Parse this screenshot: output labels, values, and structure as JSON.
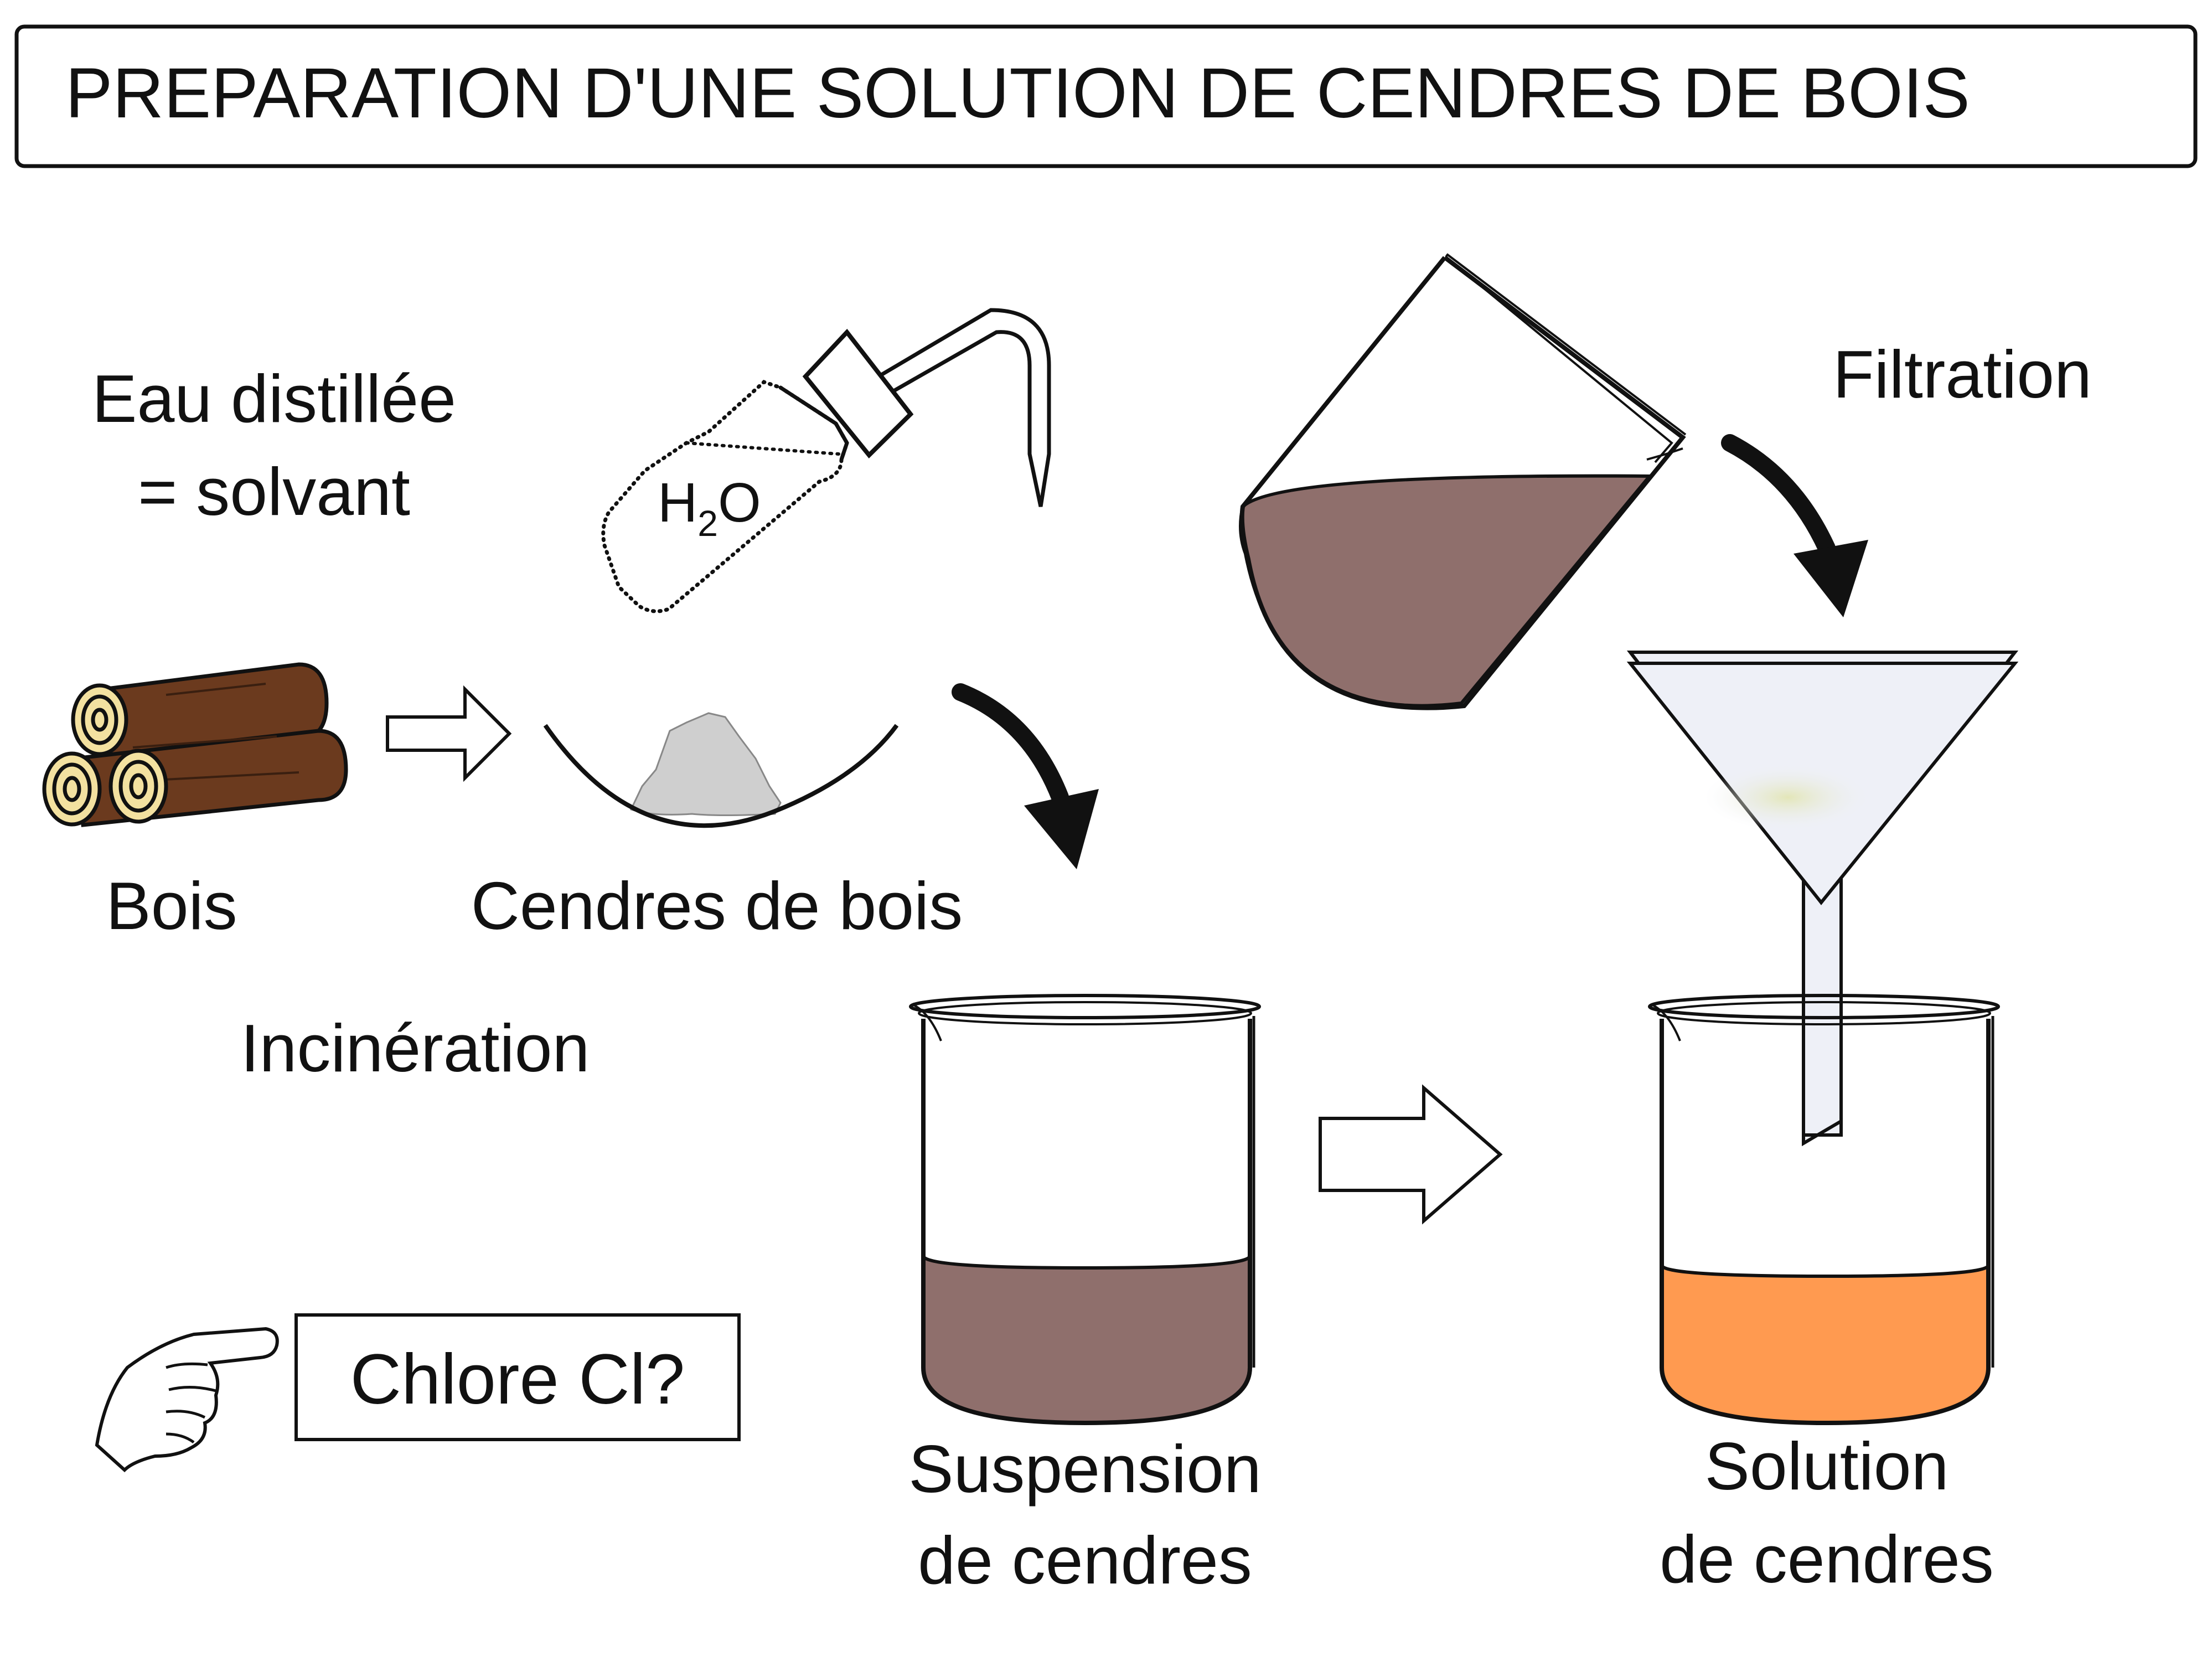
{
  "title": "PREPARATION D'UNE SOLUTION DE CENDRES DE BOIS",
  "labels": {
    "water_line1": "Eau distillée",
    "water_line2": "= solvant",
    "bottle_formula_h": "H",
    "bottle_formula_sub": "2",
    "bottle_formula_o": "O",
    "wood": "Bois",
    "ashes": "Cendres de bois",
    "incineration": "Incinération",
    "filtration": "Filtration",
    "question": "Chlore Cl?",
    "suspension_line1": "Suspension",
    "suspension_line2": "de cendres",
    "solution_line1": "Solution",
    "solution_line2": "de cendres"
  },
  "colors": {
    "suspension_liquid": "#8f6f6c",
    "solution_liquid": "#ff9a50",
    "wood_bark": "#6b3a1e",
    "wood_end": "#f3e1a0",
    "ash": "#cfcfcf",
    "funnel_fill": "#eef0f7"
  },
  "icons": [
    "wood-logs-icon",
    "hollow-arrow-icon",
    "curved-arrow-icon",
    "wash-bottle-icon",
    "beaker-icon",
    "funnel-icon",
    "pointing-hand-icon",
    "evaporating-dish-icon"
  ]
}
